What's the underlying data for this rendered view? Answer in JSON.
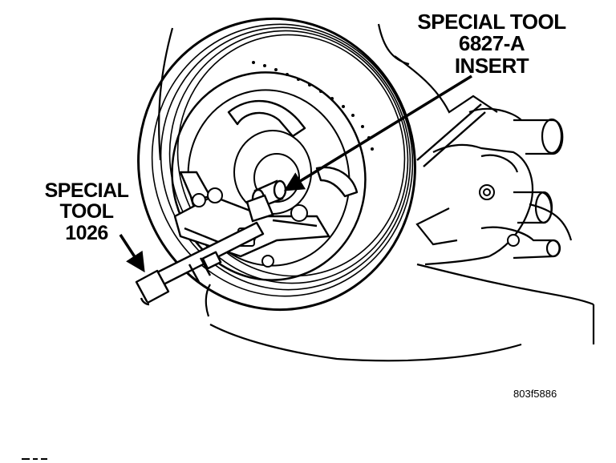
{
  "callouts": {
    "insert_tool": {
      "lines": [
        "SPECIAL TOOL",
        "6827-A",
        "INSERT"
      ]
    },
    "puller_tool": {
      "lines": [
        "SPECIAL",
        "TOOL",
        "1026"
      ]
    }
  },
  "figure_code": "803f5886"
}
